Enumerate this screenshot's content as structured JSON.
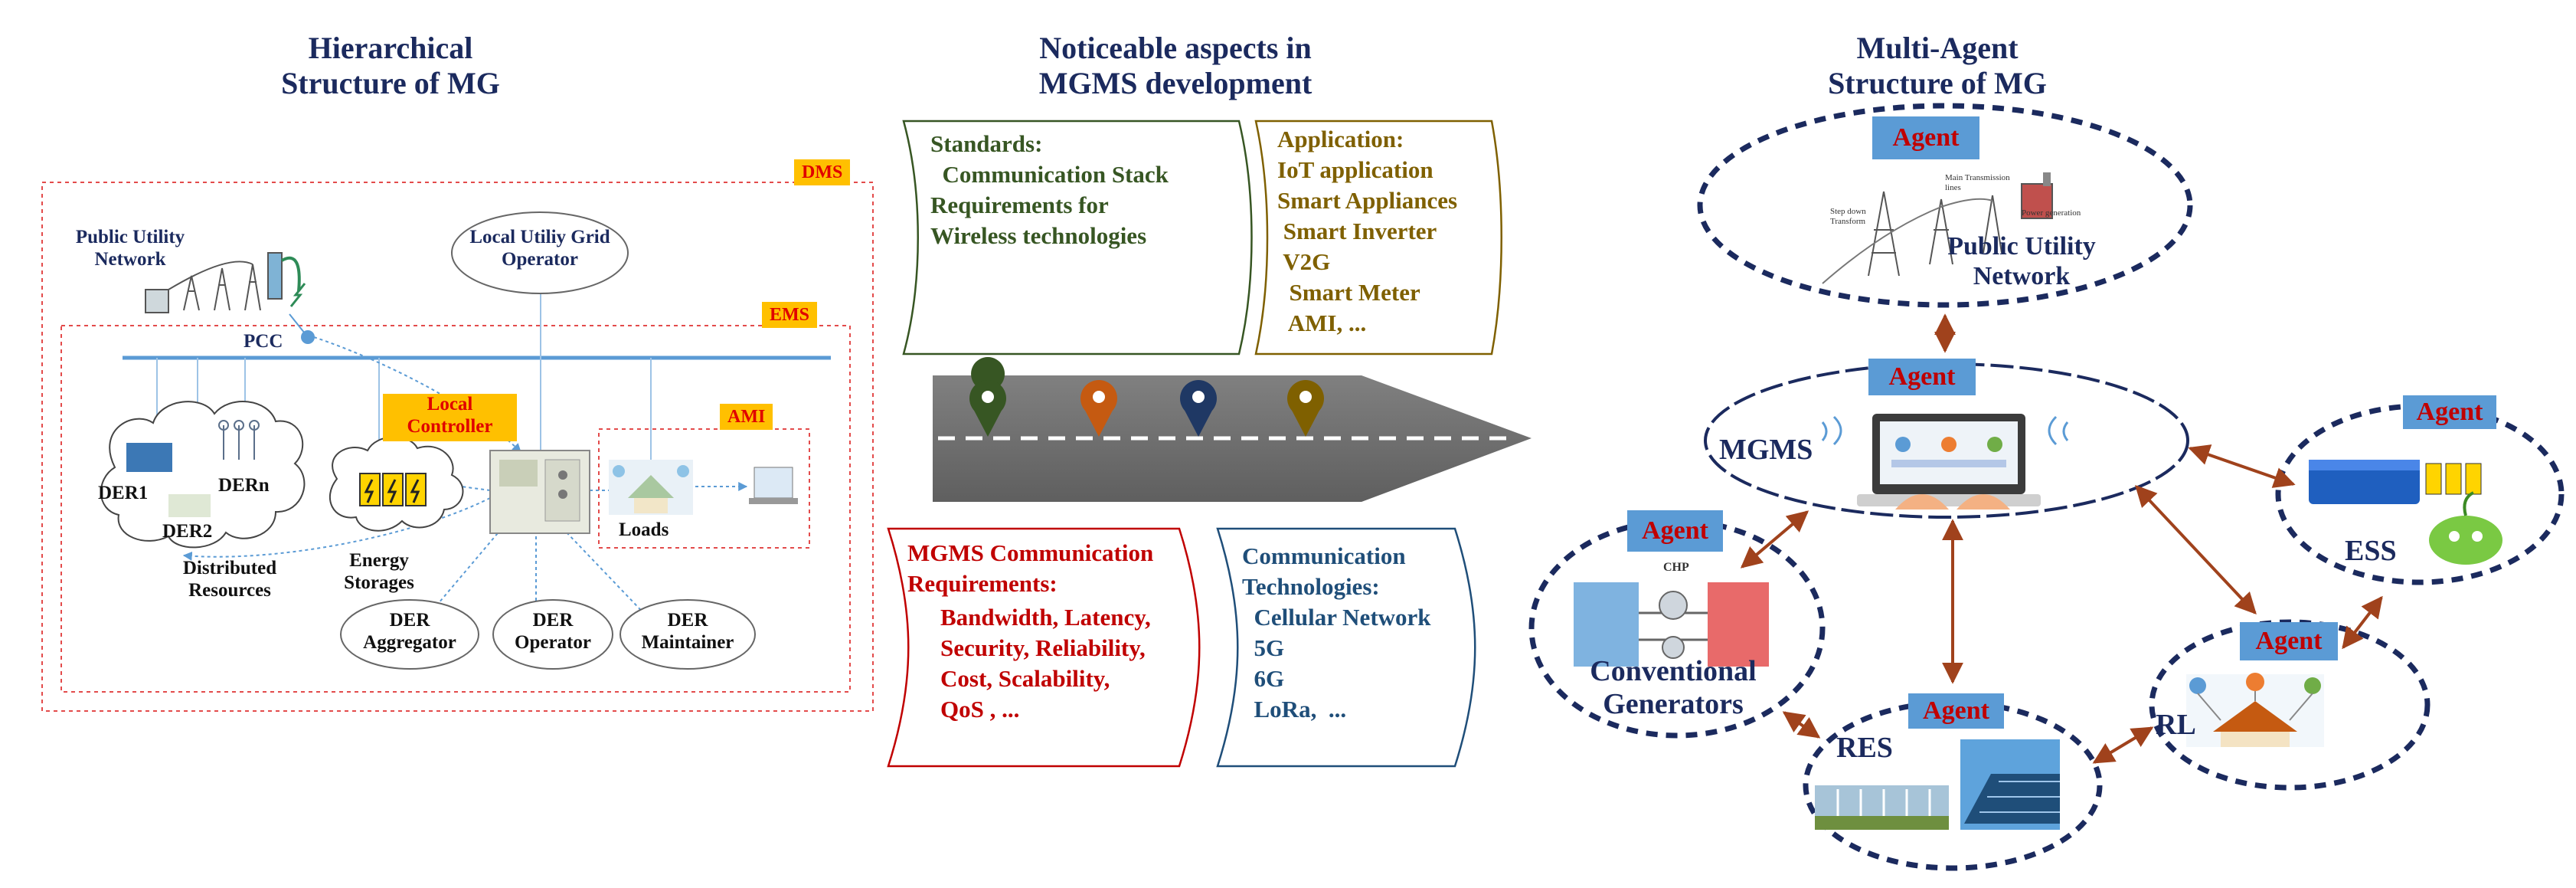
{
  "left": {
    "title": "Hierarchical\nStructure of MG",
    "dms_tag": "DMS",
    "ems_tag": "EMS",
    "ami_tag": "AMI",
    "public_utility": "Public Utility\nNetwork",
    "local_grid_operator": "Local Utiliy Grid\nOperator",
    "pcc": "PCC",
    "local_controller": "Local\nController",
    "der1": "DER1",
    "der2": "DER2",
    "dern": "DERn",
    "distributed_resources": "Distributed\nResources",
    "energy_storages": "Energy\nStorages",
    "loads": "Loads",
    "der_aggregator": "DER\nAggregator",
    "der_operator": "DER\nOperator",
    "der_maintainer": "DER\nMaintainer"
  },
  "middle": {
    "title": "Noticeable aspects in\nMGMS development",
    "standards": "Standards:\n  Communication Stack\nRequirements for\nWireless technologies",
    "application": "Application:\nIoT application\nSmart Appliances\n Smart Inverter\n V2G\n  Smart Meter\n  AMI, ...",
    "requirements_title": "MGMS Communication\nRequirements:",
    "requirements_body": "Bandwidth, Latency,\nSecurity, Reliability,\nCost, Scalability,\nQoS , ...",
    "technologies": "Communication\nTechnologies:\n  Cellular Network\n  5G\n  6G\n  LoRa,  ...",
    "colors": {
      "standards": "#375623",
      "application": "#7f6000",
      "requirements": "#c00000",
      "technologies": "#1f4e79"
    }
  },
  "right": {
    "title": "Multi-Agent\nStructure of MG",
    "agent": "Agent",
    "public_utility": "Public Utility\nNetwork",
    "mgms": "MGMS",
    "ess": "ESS",
    "conventional": "Conventional\nGenerators",
    "res": "RES",
    "rl": "RL",
    "pu_small_1": "Main Transmission\nlines",
    "pu_small_2": "Step down\nTransform",
    "pu_small_3": "Power generation",
    "chp": "CHP"
  }
}
